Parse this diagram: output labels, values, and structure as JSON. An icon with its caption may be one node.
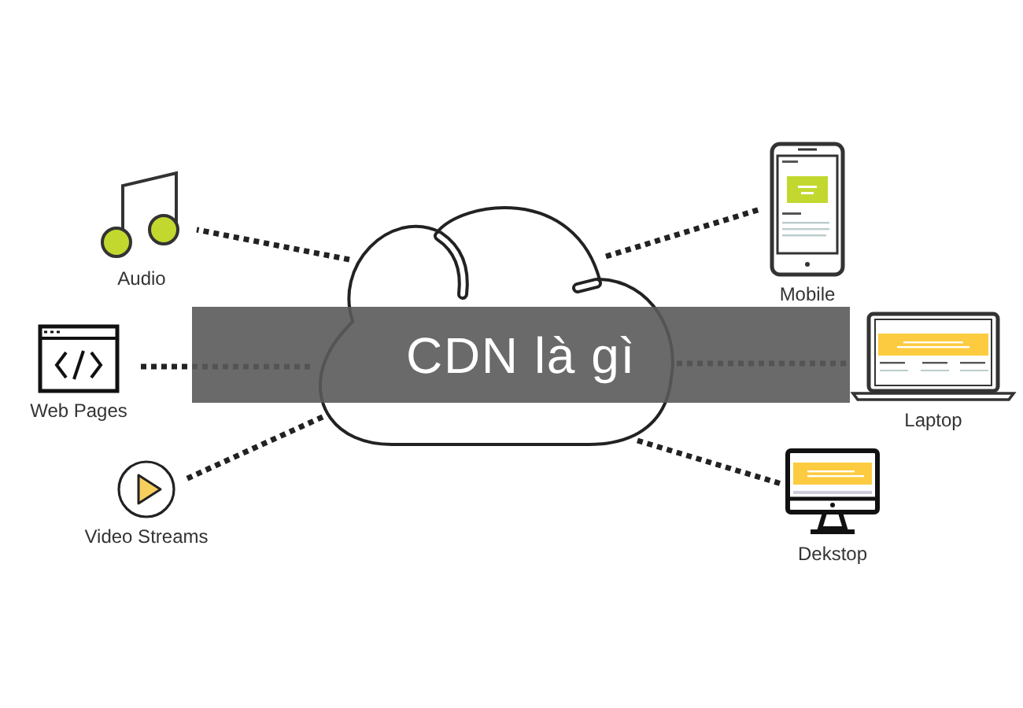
{
  "diagram": {
    "title": "CDN là gì",
    "nodes": [
      {
        "text": [],
        "shape": "cloud"
      },
      {
        "text": [
          "Audio"
        ]
      },
      {
        "text": [
          "Web Pages"
        ]
      },
      {
        "text": [
          "Video Streams"
        ]
      },
      {
        "text": [
          "Mobile"
        ]
      },
      {
        "text": [
          "Laptop"
        ]
      },
      {
        "text": [
          "Dekstop"
        ]
      }
    ],
    "edges": [
      {
        "from": 0,
        "to": 1,
        "arrow": "none"
      },
      {
        "from": 0,
        "to": 2,
        "arrow": "none"
      },
      {
        "from": 0,
        "to": 3,
        "arrow": "none"
      },
      {
        "from": 0,
        "to": 4,
        "arrow": "none"
      },
      {
        "from": 0,
        "to": 5,
        "arrow": "none"
      },
      {
        "from": 0,
        "to": 6,
        "arrow": "none"
      }
    ]
  }
}
